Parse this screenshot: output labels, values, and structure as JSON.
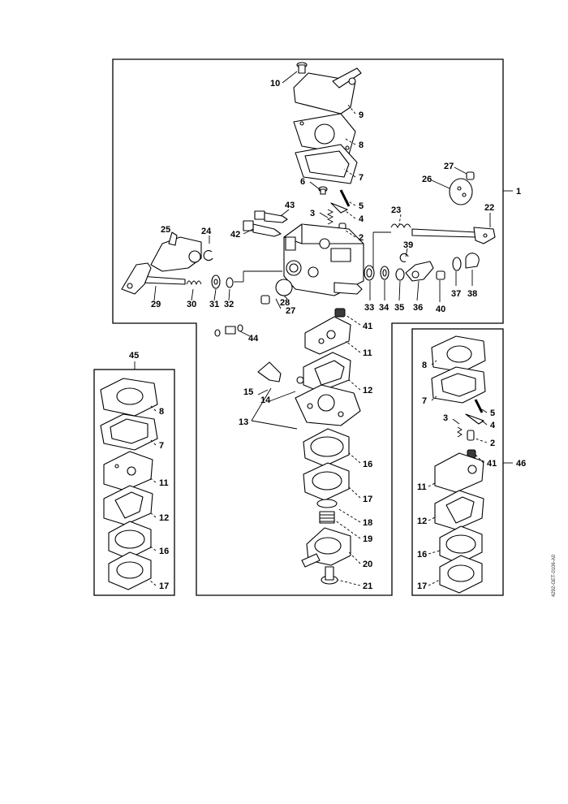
{
  "document_code": "4292-GET-0106-A0",
  "main_assembly_label": "1",
  "kit_labels": {
    "left": "45",
    "right": "46"
  },
  "callouts_main": [
    "10",
    "9",
    "8",
    "7",
    "6",
    "5",
    "4",
    "3",
    "2",
    "43",
    "42",
    "25",
    "24",
    "29",
    "30",
    "31",
    "32",
    "27",
    "26",
    "23",
    "22",
    "39",
    "33",
    "34",
    "35",
    "36",
    "40",
    "37",
    "38",
    "28",
    "27",
    "44",
    "41",
    "11",
    "15",
    "14",
    "13",
    "12",
    "16",
    "17",
    "18",
    "19",
    "20",
    "21"
  ],
  "callouts_kit45": [
    "8",
    "7",
    "11",
    "12",
    "16",
    "17"
  ],
  "callouts_kit46": [
    "8",
    "7",
    "5",
    "4",
    "3",
    "2",
    "41",
    "11",
    "12",
    "16",
    "17"
  ]
}
